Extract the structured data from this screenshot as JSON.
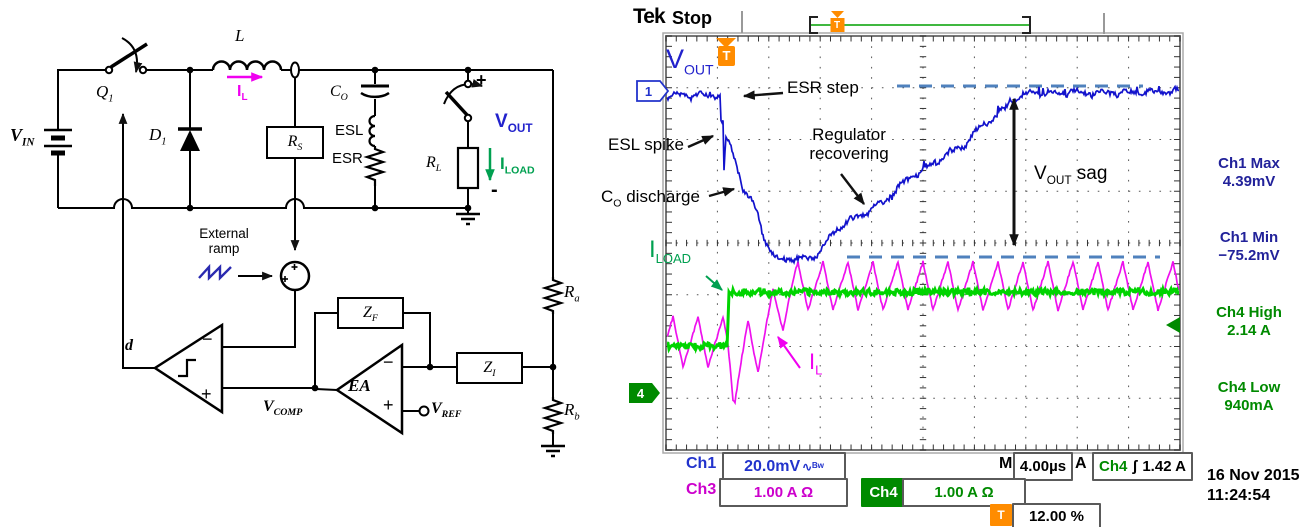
{
  "colors": {
    "trace_blue": "#1212cc",
    "trace_magenta": "#ee10ee",
    "trace_green": "#00d400",
    "label_blue": "#2222cc",
    "label_green": "#00a050",
    "label_magenta": "#f000f0",
    "meas_blue": "#22229a",
    "meas_green": "#008a00",
    "accent_orange": "#ff8c00",
    "dashed_ref": "#4f81bd",
    "ramp_navy": "#2a2ab0",
    "ch3_magenta": "#cc00cc"
  },
  "circuit": {
    "labels": {
      "vin": {
        "main": "V",
        "sub": "IN"
      },
      "q1": {
        "main": "Q",
        "sub": "1"
      },
      "d1": {
        "main": "D",
        "sub": "1"
      },
      "inductor": "L",
      "il": {
        "main": "I",
        "sub": "L"
      },
      "rs": {
        "main": "R",
        "sub": "S"
      },
      "co": {
        "main": "C",
        "sub": "O"
      },
      "esl": "ESL",
      "esr": "ESR",
      "rl": {
        "main": "R",
        "sub": "L"
      },
      "vout": {
        "main": "V",
        "sub": "OUT"
      },
      "iload": {
        "main": "I",
        "sub": "LOAD"
      },
      "plus": "+",
      "minus": "-",
      "ext1": "External",
      "ext2": "ramp",
      "d": "d",
      "comp_minus": "−",
      "comp_plus": "+",
      "ea": "EA",
      "ea_minus": "−",
      "ea_plus": "+",
      "vcomp": {
        "main": "V",
        "sub": "COMP"
      },
      "vref": {
        "main": "V",
        "sub": "REF"
      },
      "zf": {
        "main": "Z",
        "sub": "F"
      },
      "zi": {
        "main": "Z",
        "sub": "I"
      },
      "ra": {
        "main": "R",
        "sub": "a"
      },
      "rb": {
        "main": "R",
        "sub": "b"
      }
    }
  },
  "scope": {
    "logo": "Tek",
    "acq_state": "Stop",
    "trace_labels": {
      "vout": {
        "main": "V",
        "sub": "OUT"
      },
      "iload": {
        "main": "I",
        "sub": "LOAD"
      },
      "il": {
        "main": "I",
        "sub": "L"
      }
    },
    "annotations": {
      "esr_step": "ESR step",
      "esl_spike": "ESL spike",
      "co_discharge": {
        "main": "C",
        "sub": "O",
        "rest": " discharge"
      },
      "reg1": "Regulator",
      "reg2": "recovering",
      "sag": {
        "main": "V",
        "sub": "OUT",
        "rest": " sag"
      }
    },
    "badges": {
      "ch1": "1",
      "ch4": "4",
      "trigger": "T",
      "record_trigger": "T"
    },
    "measurements": [
      {
        "label": "Ch1 Max",
        "value": "4.39mV"
      },
      {
        "label": "Ch1 Min",
        "value": "−75.2mV"
      },
      {
        "label": "Ch4 High",
        "value": "2.14 A"
      },
      {
        "label": "Ch4 Low",
        "value": "940mA"
      }
    ],
    "status_bar": {
      "ch1_label": "Ch1",
      "ch1_scale": "20.0mV",
      "ch1_flags": "∿ᴮʷ",
      "m_label": "M",
      "timebase": "4.00µs",
      "a_label": "A",
      "trig_source": "Ch4",
      "trig_edge": "ʃ",
      "trig_level": "1.42 A",
      "ch3_label": "Ch3",
      "ch3_scale": "1.00 A Ω",
      "ch4_label": "Ch4",
      "ch4_scale": "1.00 A Ω",
      "trig_pos_icon": "T",
      "trig_pos": "12.00 %"
    },
    "datetime": {
      "date": "16 Nov 2015",
      "time": "11:24:54"
    }
  },
  "chart_data": {
    "type": "line",
    "title": "Buck converter load-transient response (oscilloscope capture)",
    "x_axis": {
      "per_div": "4.00 µs",
      "divisions": 10,
      "trigger_position": "12.00 %"
    },
    "y_axis": {
      "divisions": 8,
      "ch1_per_div": "20.0mV",
      "ch3_per_div": "1.00 A",
      "ch4_per_div": "1.00 A"
    },
    "series": [
      {
        "name": "VOUT",
        "channel": "Ch1",
        "color_key": "trace_blue",
        "stat_max": "4.39mV",
        "stat_min": "−75.2mV",
        "events": [
          "ESR step",
          "ESL spike",
          "CO discharge",
          "VOUT sag",
          "Regulator recovering"
        ]
      },
      {
        "name": "IL",
        "channel": "Ch3",
        "color_key": "trace_magenta",
        "description": "triangular inductor-current ripple, average steps up at load step"
      },
      {
        "name": "ILOAD",
        "channel": "Ch4",
        "color_key": "trace_green",
        "stat_high": "2.14 A",
        "stat_low": "940mA",
        "description": "load current step from 940mA to 2.14A at trigger"
      }
    ],
    "render": {
      "vout_anchors": [
        [
          667,
          96
        ],
        [
          720,
          95
        ],
        [
          721,
          121
        ],
        [
          723,
          123
        ],
        [
          724,
          170
        ],
        [
          726,
          140
        ],
        [
          729,
          141
        ],
        [
          736,
          163
        ],
        [
          743,
          189
        ],
        [
          751,
          200
        ],
        [
          757,
          211
        ],
        [
          763,
          236
        ],
        [
          769,
          249
        ],
        [
          776,
          258
        ],
        [
          790,
          260
        ],
        [
          805,
          258
        ],
        [
          816,
          257
        ],
        [
          831,
          234
        ],
        [
          848,
          222
        ],
        [
          864,
          214
        ],
        [
          884,
          202
        ],
        [
          908,
          179
        ],
        [
          931,
          165
        ],
        [
          952,
          152
        ],
        [
          964,
          145
        ],
        [
          980,
          128
        ],
        [
          1001,
          113
        ],
        [
          1012,
          101
        ],
        [
          1019,
          97
        ],
        [
          1030,
          93
        ],
        [
          1179,
          92
        ]
      ],
      "il_center_anchors": [
        [
          667,
          342
        ],
        [
          727,
          342
        ],
        [
          735,
          374
        ],
        [
          795,
          286
        ],
        [
          1179,
          286
        ]
      ],
      "il_amp_anchors": [
        [
          667,
          25
        ],
        [
          727,
          25
        ],
        [
          735,
          38
        ],
        [
          795,
          24
        ],
        [
          1179,
          24
        ]
      ],
      "il_period": 25,
      "iload_anchors": [
        [
          667,
          346
        ],
        [
          727,
          346
        ],
        [
          729,
          292
        ],
        [
          1179,
          292
        ]
      ],
      "dashed_refs": [
        [
          897,
          86,
          1143
        ],
        [
          847,
          257,
          1160
        ]
      ]
    }
  }
}
